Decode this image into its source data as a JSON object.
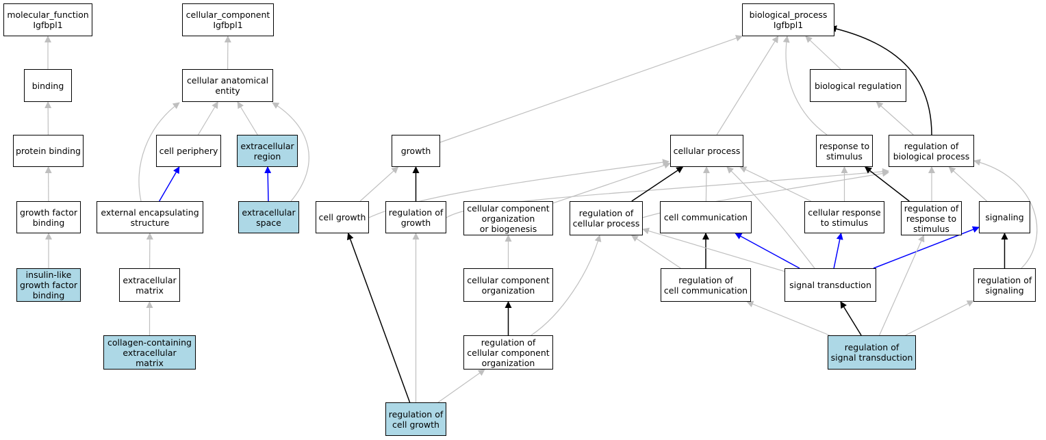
{
  "colors": {
    "highlight": "#add8e6",
    "is_a": "#bfbfbf",
    "regulates": "#000000",
    "part_of": "#0000ff",
    "border": "#000000"
  },
  "nodes": [
    {
      "id": "mf",
      "label": "molecular_function\nIgfbpl1",
      "highlight": false
    },
    {
      "id": "cc",
      "label": "cellular_component\nIgfbpl1",
      "highlight": false
    },
    {
      "id": "bp",
      "label": "biological_process\nIgfbpl1",
      "highlight": false
    },
    {
      "id": "binding",
      "label": "binding",
      "highlight": false
    },
    {
      "id": "cae",
      "label": "cellular anatomical\nentity",
      "highlight": false
    },
    {
      "id": "bioreg",
      "label": "biological regulation",
      "highlight": false
    },
    {
      "id": "protbind",
      "label": "protein binding",
      "highlight": false
    },
    {
      "id": "cellper",
      "label": "cell periphery",
      "highlight": false
    },
    {
      "id": "exreg",
      "label": "extracellular\nregion",
      "highlight": true
    },
    {
      "id": "growth",
      "label": "growth",
      "highlight": false
    },
    {
      "id": "cellproc",
      "label": "cellular process",
      "highlight": false
    },
    {
      "id": "resp",
      "label": "response to\nstimulus",
      "highlight": false
    },
    {
      "id": "regbio",
      "label": "regulation of\nbiological process",
      "highlight": false
    },
    {
      "id": "gfbind",
      "label": "growth factor\nbinding",
      "highlight": false
    },
    {
      "id": "exencap",
      "label": "external encapsulating\nstructure",
      "highlight": false
    },
    {
      "id": "exspace",
      "label": "extracellular\nspace",
      "highlight": true
    },
    {
      "id": "cellgrowth",
      "label": "cell growth",
      "highlight": false
    },
    {
      "id": "reggrowth",
      "label": "regulation of\ngrowth",
      "highlight": false
    },
    {
      "id": "ccob",
      "label": "cellular component\norganization\nor biogenesis",
      "highlight": false
    },
    {
      "id": "regcp",
      "label": "regulation of\ncellular process",
      "highlight": false
    },
    {
      "id": "cellcomm",
      "label": "cell communication",
      "highlight": false
    },
    {
      "id": "cellresp",
      "label": "cellular response\nto stimulus",
      "highlight": false
    },
    {
      "id": "regresp",
      "label": "regulation of\nresponse to\nstimulus",
      "highlight": false
    },
    {
      "id": "signaling",
      "label": "signaling",
      "highlight": false
    },
    {
      "id": "iligf",
      "label": "insulin-like\ngrowth factor\nbinding",
      "highlight": true
    },
    {
      "id": "exmatrix",
      "label": "extracellular\nmatrix",
      "highlight": false
    },
    {
      "id": "cco",
      "label": "cellular component\norganization",
      "highlight": false
    },
    {
      "id": "regcc",
      "label": "regulation of\ncell communication",
      "highlight": false
    },
    {
      "id": "sigtrans",
      "label": "signal transduction",
      "highlight": false
    },
    {
      "id": "regsig",
      "label": "regulation of\nsignaling",
      "highlight": false
    },
    {
      "id": "collagen",
      "label": "collagen-containing\nextracellular\nmatrix",
      "highlight": true
    },
    {
      "id": "regccorg",
      "label": "regulation of\ncellular component\norganization",
      "highlight": false
    },
    {
      "id": "regst",
      "label": "regulation of\nsignal transduction",
      "highlight": true
    },
    {
      "id": "regcg",
      "label": "regulation of\ncell growth",
      "highlight": true
    }
  ],
  "edges": [
    {
      "from": "binding",
      "to": "mf",
      "type": "is_a"
    },
    {
      "from": "protbind",
      "to": "binding",
      "type": "is_a"
    },
    {
      "from": "gfbind",
      "to": "protbind",
      "type": "is_a"
    },
    {
      "from": "iligf",
      "to": "gfbind",
      "type": "is_a"
    },
    {
      "from": "cae",
      "to": "cc",
      "type": "is_a"
    },
    {
      "from": "cellper",
      "to": "cae",
      "type": "is_a"
    },
    {
      "from": "exreg",
      "to": "cae",
      "type": "is_a"
    },
    {
      "from": "exencap",
      "to": "cae",
      "type": "is_a"
    },
    {
      "from": "exspace",
      "to": "cae",
      "type": "is_a"
    },
    {
      "from": "exencap",
      "to": "cellper",
      "type": "part_of"
    },
    {
      "from": "exspace",
      "to": "exreg",
      "type": "part_of"
    },
    {
      "from": "exmatrix",
      "to": "exencap",
      "type": "is_a"
    },
    {
      "from": "collagen",
      "to": "exmatrix",
      "type": "is_a"
    },
    {
      "from": "growth",
      "to": "bp",
      "type": "is_a"
    },
    {
      "from": "cellproc",
      "to": "bp",
      "type": "is_a"
    },
    {
      "from": "resp",
      "to": "bp",
      "type": "is_a"
    },
    {
      "from": "bioreg",
      "to": "bp",
      "type": "is_a"
    },
    {
      "from": "regbio",
      "to": "bp",
      "type": "regulates"
    },
    {
      "from": "regbio",
      "to": "bioreg",
      "type": "is_a"
    },
    {
      "from": "cellgrowth",
      "to": "growth",
      "type": "is_a"
    },
    {
      "from": "cellgrowth",
      "to": "cellproc",
      "type": "is_a"
    },
    {
      "from": "reggrowth",
      "to": "growth",
      "type": "regulates"
    },
    {
      "from": "reggrowth",
      "to": "regbio",
      "type": "is_a"
    },
    {
      "from": "ccob",
      "to": "cellproc",
      "type": "is_a"
    },
    {
      "from": "regcp",
      "to": "cellproc",
      "type": "regulates"
    },
    {
      "from": "regcp",
      "to": "regbio",
      "type": "is_a"
    },
    {
      "from": "cellcomm",
      "to": "cellproc",
      "type": "is_a"
    },
    {
      "from": "cellresp",
      "to": "cellproc",
      "type": "is_a"
    },
    {
      "from": "cellresp",
      "to": "resp",
      "type": "is_a"
    },
    {
      "from": "regresp",
      "to": "resp",
      "type": "regulates"
    },
    {
      "from": "regresp",
      "to": "regbio",
      "type": "is_a"
    },
    {
      "from": "signaling",
      "to": "regbio",
      "type": "is_a"
    },
    {
      "from": "cco",
      "to": "ccob",
      "type": "is_a"
    },
    {
      "from": "regcc",
      "to": "regcp",
      "type": "is_a"
    },
    {
      "from": "regcc",
      "to": "cellcomm",
      "type": "regulates"
    },
    {
      "from": "sigtrans",
      "to": "regcp",
      "type": "is_a"
    },
    {
      "from": "sigtrans",
      "to": "cellcomm",
      "type": "part_of"
    },
    {
      "from": "sigtrans",
      "to": "cellresp",
      "type": "part_of"
    },
    {
      "from": "sigtrans",
      "to": "signaling",
      "type": "part_of"
    },
    {
      "from": "sigtrans",
      "to": "cellproc",
      "type": "is_a"
    },
    {
      "from": "regsig",
      "to": "signaling",
      "type": "regulates"
    },
    {
      "from": "regsig",
      "to": "regbio",
      "type": "is_a"
    },
    {
      "from": "regccorg",
      "to": "cco",
      "type": "regulates"
    },
    {
      "from": "regccorg",
      "to": "regcp",
      "type": "is_a"
    },
    {
      "from": "regst",
      "to": "sigtrans",
      "type": "regulates"
    },
    {
      "from": "regst",
      "to": "regcc",
      "type": "is_a"
    },
    {
      "from": "regst",
      "to": "regsig",
      "type": "is_a"
    },
    {
      "from": "regst",
      "to": "regresp",
      "type": "is_a"
    },
    {
      "from": "regcg",
      "to": "cellgrowth",
      "type": "regulates"
    },
    {
      "from": "regcg",
      "to": "reggrowth",
      "type": "is_a"
    },
    {
      "from": "regcg",
      "to": "regccorg",
      "type": "is_a"
    }
  ]
}
